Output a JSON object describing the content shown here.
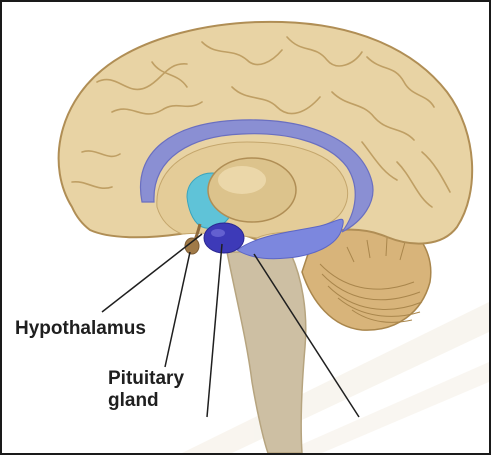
{
  "labels": {
    "hypothalamus": "Hypothalamus",
    "pituitary_line1": "Pituitary",
    "pituitary_line2": "gland"
  },
  "colors": {
    "brain_fill": "#e8d3a4",
    "brain_shade": "#c9ab72",
    "brain_outline": "#b08e55",
    "corpus_callosum": "#8a8fd3",
    "thalamus": "#dcc38c",
    "hypothalamus": "#5fc3d8",
    "limbic_dark": "#3d3ab8",
    "limbic_light": "#7c87de",
    "pituitary": "#a07a48",
    "brainstem": "#cdbfa3",
    "cerebellum": "#d8b47a",
    "leader_line": "#1f1f1f"
  }
}
